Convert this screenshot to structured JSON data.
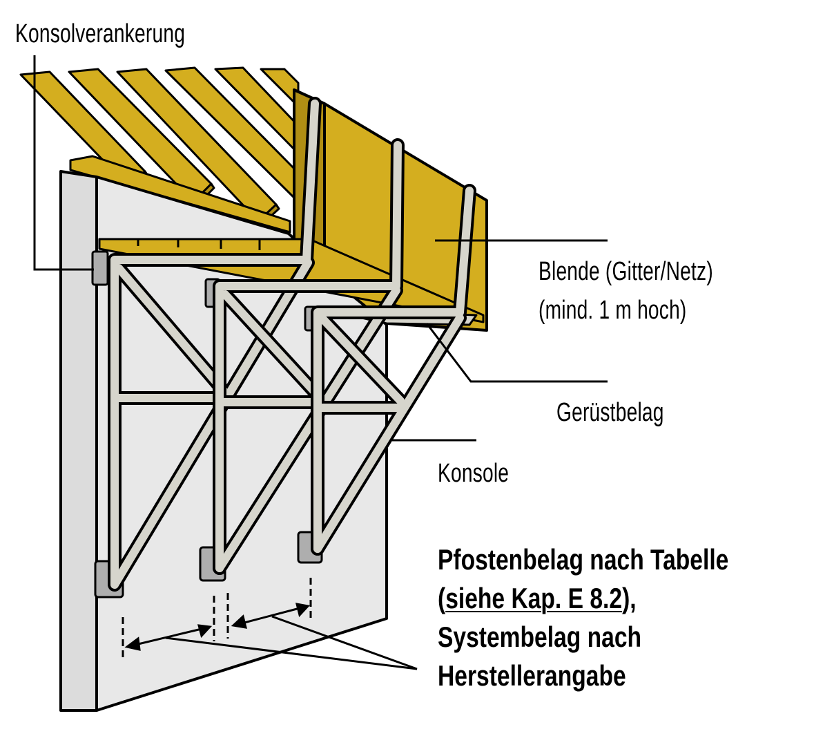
{
  "labels": {
    "konsolverankerung": "Konsolverankerung",
    "blende_line1": "Blende (Gitter/Netz)",
    "blende_line2": "(mind. 1 m hoch)",
    "geruestbelag": "Gerüstbelag",
    "konsole": "Konsole",
    "note_line1": "Pfostenbelag nach Tabelle",
    "note_line2_open": "(",
    "note_line2_link": "siehe Kap. E 8.2",
    "note_line2_close": "),",
    "note_line3": "Systembelag nach",
    "note_line4": "Herstellerangabe"
  },
  "colors": {
    "wall": "#e8e8e8",
    "timber": "#d4ae1f",
    "timber_dark": "#b08e14",
    "steel": "#d6d5cc",
    "anchor": "#aeaeae",
    "ink": "#000000"
  }
}
